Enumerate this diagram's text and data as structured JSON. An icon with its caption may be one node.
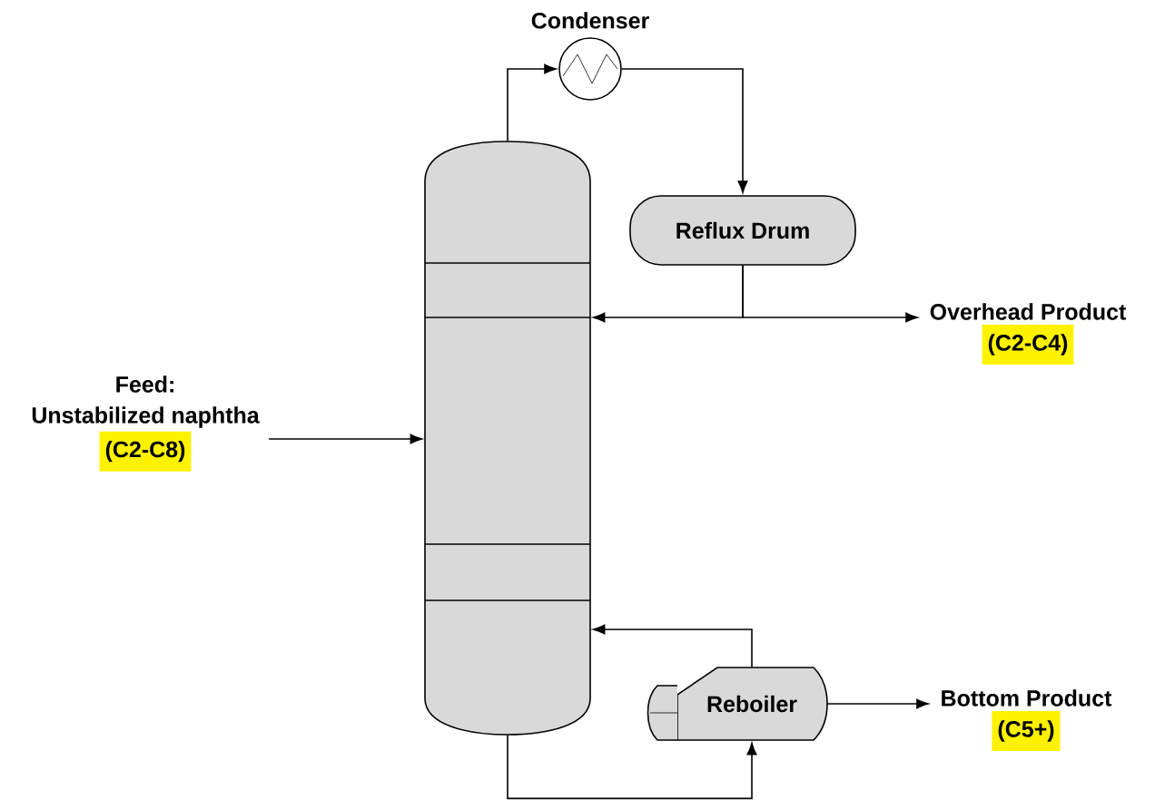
{
  "diagram": {
    "nodes": [
      {
        "text": [],
        "shape": "cylinder"
      },
      {
        "text": [
          "Condenser"
        ]
      },
      {
        "text": [
          "Reflux Drum"
        ]
      },
      {
        "text": [
          "Reboiler"
        ]
      },
      {
        "text": [
          "Feed:",
          "Unstabilized naphtha",
          "(C2-C8)"
        ]
      },
      {
        "text": [
          "Overhead Product",
          "(C2-C4)"
        ]
      },
      {
        "text": [
          "Bottom Product",
          "(C5+)"
        ]
      }
    ],
    "edges": [
      {
        "from": 0,
        "to": 1,
        "arrow": "to"
      },
      {
        "from": 1,
        "to": 2,
        "arrow": "to"
      },
      {
        "from": 2,
        "to": 0,
        "arrow": "to"
      },
      {
        "from": 2,
        "to": 5,
        "arrow": "to"
      },
      {
        "from": 4,
        "to": 0,
        "arrow": "to"
      },
      {
        "from": 0,
        "to": 3,
        "arrow": "to"
      },
      {
        "from": 3,
        "to": 0,
        "arrow": "to"
      },
      {
        "from": 3,
        "to": 6,
        "arrow": "to"
      }
    ]
  }
}
